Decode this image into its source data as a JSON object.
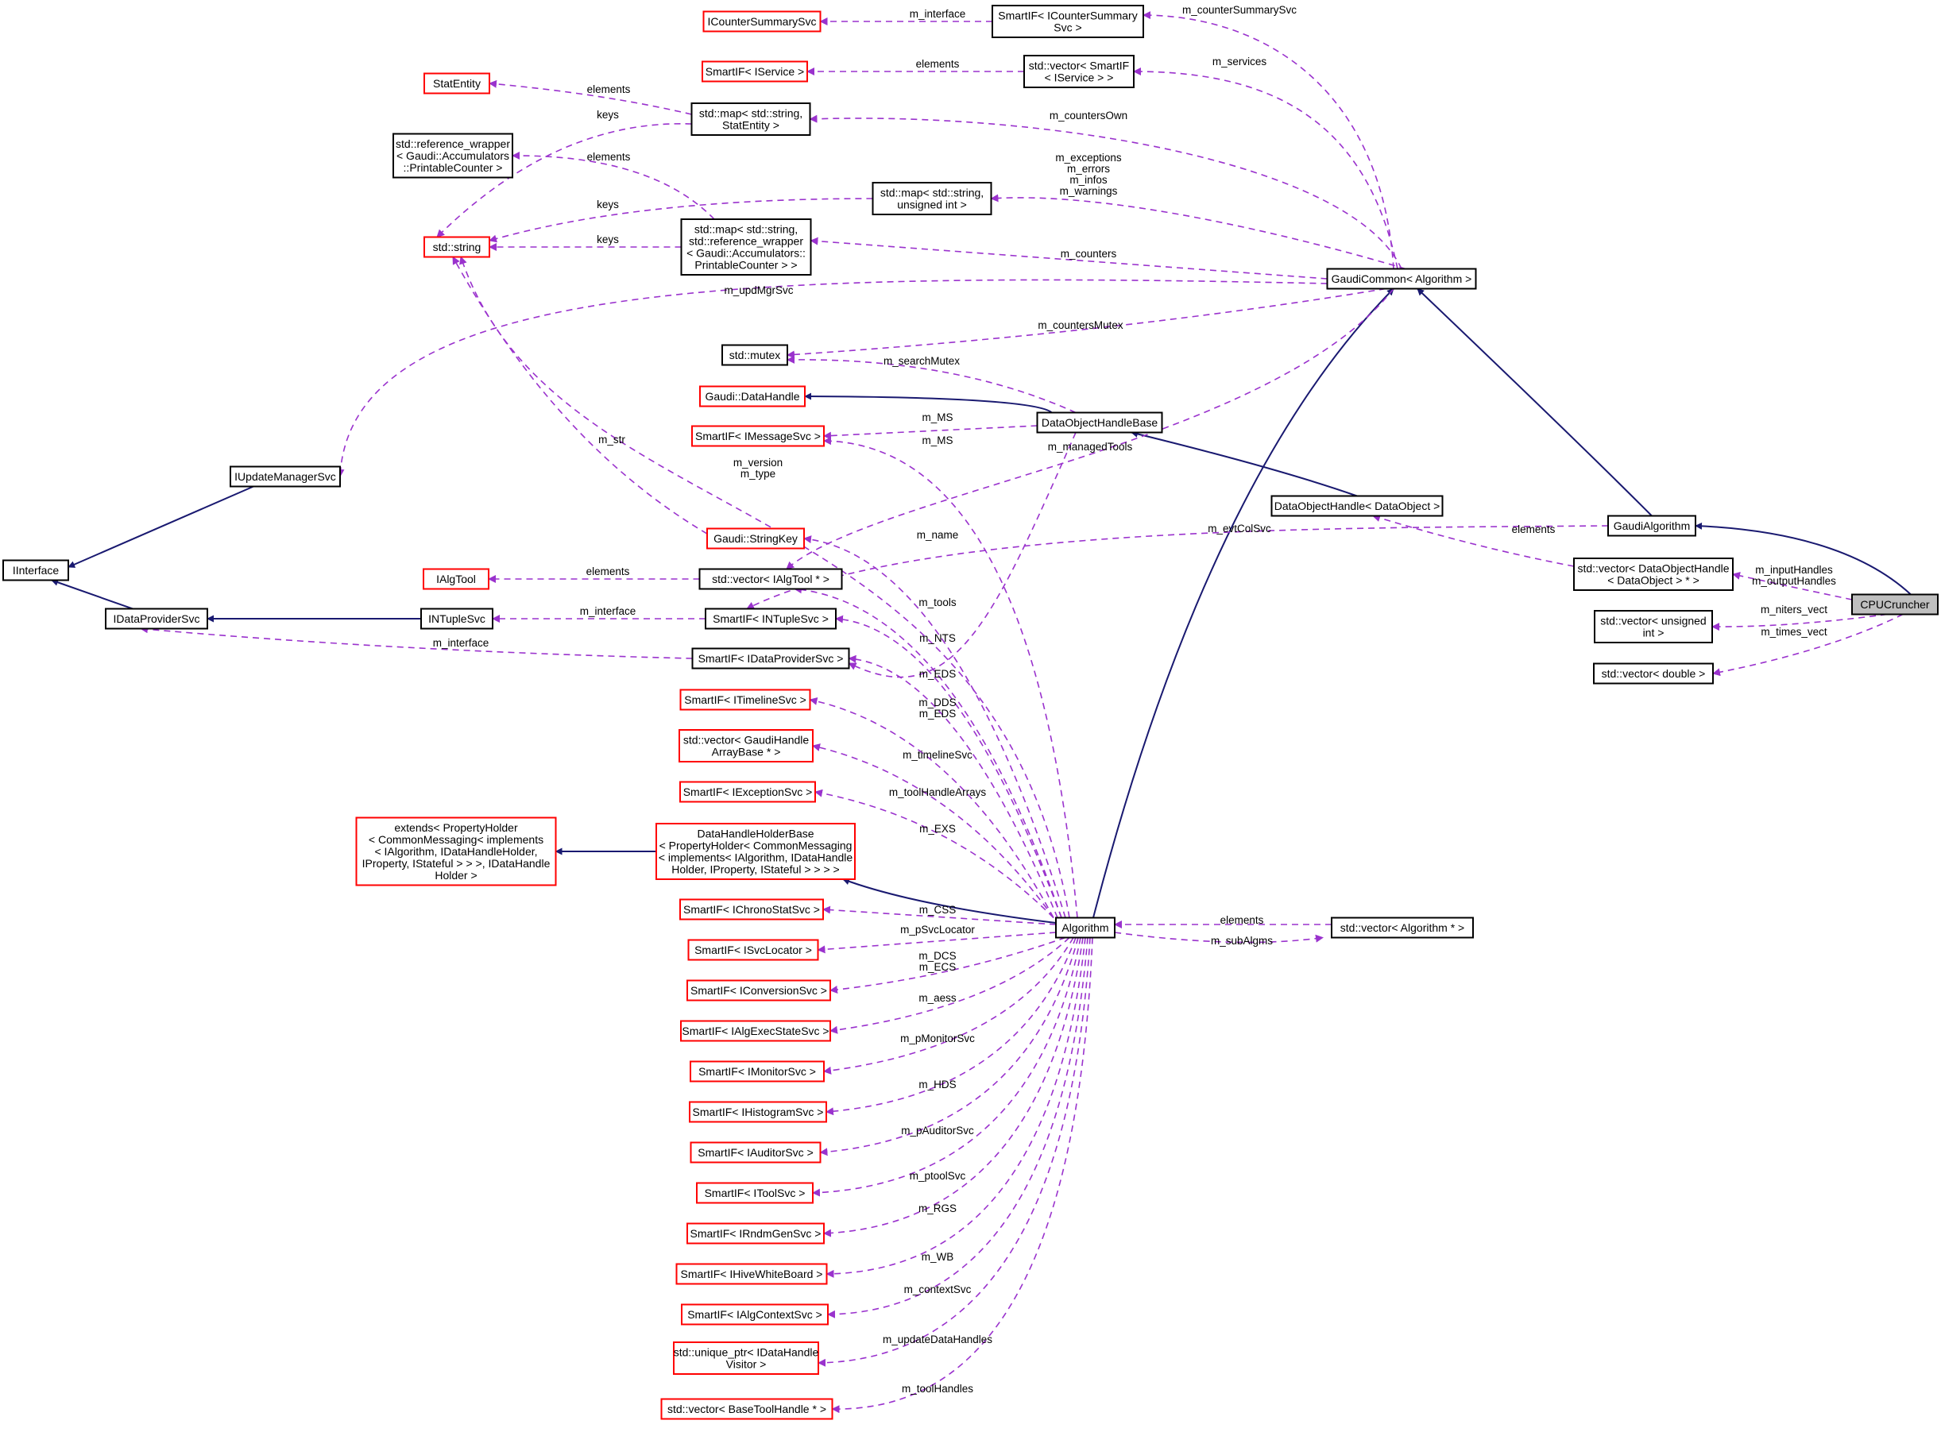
{
  "colors": {
    "inherit_edge": "#191970",
    "use_edge": "#9a32cd",
    "class_border": "#000000",
    "undocumented_border": "#ff0000",
    "focus_fill": "#bfbfbf"
  },
  "nodes": {
    "icountersummarysvc": [
      "ICounterSummarySvc"
    ],
    "smartif_icountersummarysvc": [
      "SmartIF< ICounterSummary",
      "Svc >"
    ],
    "smartif_iservice": [
      "SmartIF< IService >"
    ],
    "vector_smartif_iservice": [
      "std::vector< SmartIF",
      "< IService > >"
    ],
    "statentity": [
      "StatEntity"
    ],
    "map_string_statentity": [
      "std::map< std::string,",
      "StatEntity >"
    ],
    "reference_wrapper": [
      "std::reference_wrapper",
      "< Gaudi::Accumulators",
      "::PrintableCounter >"
    ],
    "map_string_uint": [
      "std::map< std::string,",
      "unsigned int >"
    ],
    "std_string": [
      "std::string"
    ],
    "map_string_refwrapper": [
      "std::map< std::string,",
      "std::reference_wrapper",
      "< Gaudi::Accumulators::",
      "PrintableCounter > >"
    ],
    "gaudicommon": [
      "GaudiCommon< Algorithm >"
    ],
    "std_mutex": [
      "std::mutex"
    ],
    "gaudi_datahandle": [
      "Gaudi::DataHandle"
    ],
    "dataobjecthandlebase": [
      "DataObjectHandleBase"
    ],
    "smartif_imessagesvc": [
      "SmartIF< IMessageSvc >"
    ],
    "iupdatemanagersvc": [
      "IUpdateManagerSvc"
    ],
    "dataobjecthandle": [
      "DataObjectHandle< DataObject >"
    ],
    "gaudialgorithm": [
      "GaudiAlgorithm"
    ],
    "gaudi_stringkey": [
      "Gaudi::StringKey"
    ],
    "vector_dataobjecthandle": [
      "std::vector< DataObjectHandle",
      "< DataObject > * >"
    ],
    "iinterface": [
      "IInterface"
    ],
    "ialgtool": [
      "IAlgTool"
    ],
    "vector_ialgtool": [
      "std::vector< IAlgTool * >"
    ],
    "cpucruncher": [
      "CPUCruncher"
    ],
    "idataprovidersvc": [
      "IDataProviderSvc"
    ],
    "intuplesvc": [
      "INTupleSvc"
    ],
    "smartif_intuplesvc": [
      "SmartIF< INTupleSvc >"
    ],
    "vector_uint": [
      "std::vector< unsigned",
      "int >"
    ],
    "smartif_idataprovidersvc": [
      "SmartIF< IDataProviderSvc >"
    ],
    "vector_double": [
      "std::vector< double >"
    ],
    "smartif_itimelinesvc": [
      "SmartIF< ITimelineSvc >"
    ],
    "vector_gaudihandlearraybase": [
      "std::vector< GaudiHandle",
      "ArrayBase * >"
    ],
    "smartif_iexceptionsvc": [
      "SmartIF< IExceptionSvc >"
    ],
    "extends_propertyholder": [
      "extends< PropertyHolder",
      "< CommonMessaging< implements",
      "< IAlgorithm, IDataHandleHolder,",
      "IProperty, IStateful > > >, IDataHandle",
      "Holder >"
    ],
    "datahandleholderbase": [
      "DataHandleHolderBase",
      "< PropertyHolder< CommonMessaging",
      "< implements< IAlgorithm, IDataHandle",
      "Holder, IProperty, IStateful > > > >"
    ],
    "smartif_ichronostatsvc": [
      "SmartIF< IChronoStatSvc >"
    ],
    "algorithm": [
      "Algorithm"
    ],
    "vector_algorithm": [
      "std::vector< Algorithm * >"
    ],
    "smartif_isvclocator": [
      "SmartIF< ISvcLocator >"
    ],
    "smartif_iconversionsvc": [
      "SmartIF< IConversionSvc >"
    ],
    "smartif_ialgexecstatesvc": [
      "SmartIF< IAlgExecStateSvc >"
    ],
    "smartif_imonitorsvc": [
      "SmartIF< IMonitorSvc >"
    ],
    "smartif_ihistogramsvc": [
      "SmartIF< IHistogramSvc >"
    ],
    "smartif_iauditorsvc": [
      "SmartIF< IAuditorSvc >"
    ],
    "smartif_itoolsvc": [
      "SmartIF< IToolSvc >"
    ],
    "smartif_irndmgensvc": [
      "SmartIF< IRndmGenSvc >"
    ],
    "smartif_ihivewhiteboard": [
      "SmartIF< IHiveWhiteBoard >"
    ],
    "smartif_ialgcontextsvc": [
      "SmartIF< IAlgContextSvc >"
    ],
    "unique_ptr_idatahandlevisitor": [
      "std::unique_ptr< IDataHandle",
      "Visitor >"
    ],
    "vector_basetoolhandle": [
      "std::vector< BaseToolHandle * >"
    ]
  },
  "edge_labels": {
    "m_interface_counter": [
      "m_interface"
    ],
    "m_countersummarysvc": [
      "m_counterSummarySvc"
    ],
    "elements_iservice": [
      "elements"
    ],
    "m_services": [
      "m_services"
    ],
    "elements_statentity": [
      "elements"
    ],
    "keys_map1": [
      "keys"
    ],
    "m_countersown": [
      "m_countersOwn"
    ],
    "elements_refwrapper": [
      "elements"
    ],
    "m_exceptions_group": [
      "m_exceptions",
      "m_errors",
      "m_infos",
      "m_warnings"
    ],
    "keys_map2": [
      "keys"
    ],
    "keys_map3": [
      "keys"
    ],
    "m_counters": [
      "m_counters"
    ],
    "m_updmgrsvc": [
      "m_updMgrSvc"
    ],
    "m_countersmutex": [
      "m_countersMutex"
    ],
    "m_searchmutex": [
      "m_searchMutex"
    ],
    "m_ms_1": [
      "m_MS"
    ],
    "m_ms_2": [
      "m_MS"
    ],
    "m_str": [
      "m_str"
    ],
    "m_managedtools": [
      "m_managedTools"
    ],
    "m_version_type": [
      "m_version",
      "m_type"
    ],
    "m_evtcolsvc": [
      "m_evtColSvc"
    ],
    "elements_doh": [
      "elements"
    ],
    "m_name": [
      "m_name"
    ],
    "m_inputhandles": [
      "m_inputHandles",
      "m_outputHandles"
    ],
    "elements_ialgtool": [
      "elements"
    ],
    "m_tools": [
      "m_tools"
    ],
    "m_interface_ntuple": [
      "m_interface"
    ],
    "m_niters_vect": [
      "m_niters_vect"
    ],
    "m_nts": [
      "m_NTS"
    ],
    "m_interface_dp": [
      "m_interface"
    ],
    "m_times_vect": [
      "m_times_vect"
    ],
    "m_eds_1": [
      "m_EDS"
    ],
    "m_dds_eds": [
      "m_DDS",
      "m_EDS"
    ],
    "m_timelinesvc": [
      "m_timelineSvc"
    ],
    "m_toolhandlearrays": [
      "m_toolHandleArrays"
    ],
    "m_exs": [
      "m_EXS"
    ],
    "m_css": [
      "m_CSS"
    ],
    "elements_algorithm": [
      "elements"
    ],
    "m_psvclocator": [
      "m_pSvcLocator"
    ],
    "m_subalgms": [
      "m_subAlgms"
    ],
    "m_dcs_ecs": [
      "m_DCS",
      "m_ECS"
    ],
    "m_aess": [
      "m_aess"
    ],
    "m_pmonitorsvc": [
      "m_pMonitorSvc"
    ],
    "m_hds": [
      "m_HDS"
    ],
    "m_pauditorsvc": [
      "m_pAuditorSvc"
    ],
    "m_ptoolsvc": [
      "m_ptoolSvc"
    ],
    "m_rgs": [
      "m_RGS"
    ],
    "m_wb": [
      "m_WB"
    ],
    "m_contextsvc": [
      "m_contextSvc"
    ],
    "m_updatedatahandles": [
      "m_updateDataHandles"
    ],
    "m_toolhandles": [
      "m_toolHandles"
    ]
  }
}
